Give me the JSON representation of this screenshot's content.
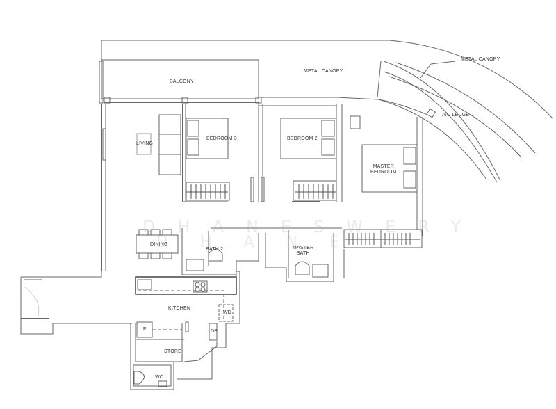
{
  "plan": {
    "labels": {
      "balcony": "BALCONY",
      "metal_canopy_1": "METAL CANOPY",
      "metal_canopy_2": "METAL CANOPY",
      "ac_ledge": "A/C LEDGE",
      "living": "LIVING",
      "bedroom3": "BEDROOM 3",
      "bedroom2": "BEDROOM 2",
      "master_bedroom_l1": "MASTER",
      "master_bedroom_l2": "BEDROOM",
      "dining": "DINING",
      "bath2": "BATH 2",
      "master_bath_l1": "MASTER",
      "master_bath_l2": "BATH",
      "kitchen": "KITCHEN",
      "wd": "WD",
      "fridge": "F",
      "db": "DB",
      "store": "STORE",
      "wc": "WC"
    },
    "watermark": {
      "line1": "DHANESWERY",
      "line2": "DHANE"
    },
    "colors": {
      "wall": "#555555",
      "line": "#777777",
      "background": "#ffffff"
    }
  }
}
